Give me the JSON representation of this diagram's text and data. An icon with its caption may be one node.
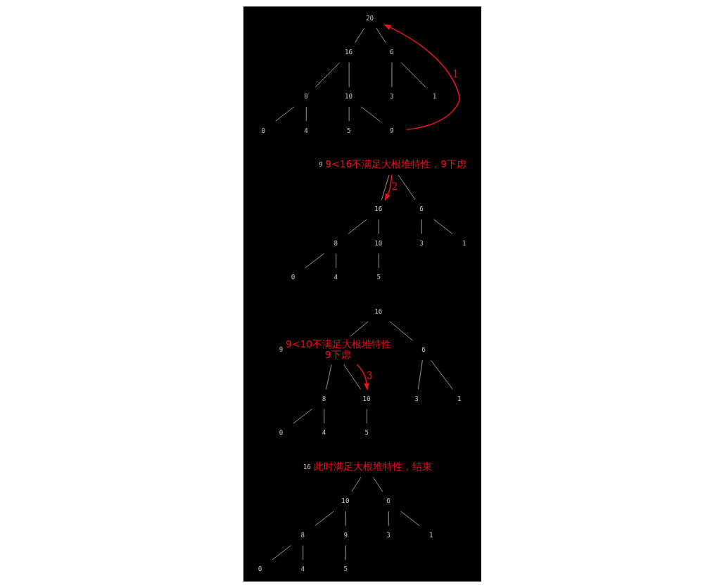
{
  "diagram": {
    "nodes": [
      {
        "text": [
          "20"
        ]
      },
      {
        "text": [
          "16"
        ]
      },
      {
        "text": [
          "6"
        ]
      },
      {
        "text": [
          "8"
        ]
      },
      {
        "text": [
          "10"
        ]
      },
      {
        "text": [
          "3"
        ]
      },
      {
        "text": [
          "1"
        ]
      },
      {
        "text": [
          "0"
        ]
      },
      {
        "text": [
          "4"
        ]
      },
      {
        "text": [
          "5"
        ]
      },
      {
        "text": [
          "9"
        ]
      },
      {
        "text": [
          "9"
        ],
        "beside": [
          "9<16不满足大根堆特性，9下虑"
        ]
      },
      {
        "text": [
          "16"
        ]
      },
      {
        "text": [
          "6"
        ]
      },
      {
        "text": [
          "8"
        ]
      },
      {
        "text": [
          "10"
        ]
      },
      {
        "text": [
          "3"
        ]
      },
      {
        "text": [
          "1"
        ]
      },
      {
        "text": [
          "0"
        ]
      },
      {
        "text": [
          "4"
        ]
      },
      {
        "text": [
          "5"
        ]
      },
      {
        "text": [
          "16"
        ]
      },
      {
        "text": [
          "9"
        ],
        "beside": [
          "9<10不满足大根堆特性",
          "9下虑"
        ]
      },
      {
        "text": [
          "6"
        ]
      },
      {
        "text": [
          "8"
        ]
      },
      {
        "text": [
          "10"
        ]
      },
      {
        "text": [
          "3"
        ]
      },
      {
        "text": [
          "1"
        ]
      },
      {
        "text": [
          "0"
        ]
      },
      {
        "text": [
          "4"
        ]
      },
      {
        "text": [
          "5"
        ]
      },
      {
        "text": [
          "16"
        ],
        "beside": [
          "此时满足大根堆特性，结束"
        ]
      },
      {
        "text": [
          "10"
        ]
      },
      {
        "text": [
          "6"
        ]
      },
      {
        "text": [
          "8"
        ]
      },
      {
        "text": [
          "9"
        ]
      },
      {
        "text": [
          "3"
        ]
      },
      {
        "text": [
          "1"
        ]
      },
      {
        "text": [
          "0"
        ]
      },
      {
        "text": [
          "4"
        ]
      },
      {
        "text": [
          "5"
        ]
      }
    ],
    "edges": [
      {
        "from": 0,
        "to": 1,
        "arrow": "none"
      },
      {
        "from": 0,
        "to": 2,
        "arrow": "none"
      },
      {
        "from": 1,
        "to": 3,
        "arrow": "none"
      },
      {
        "from": 1,
        "to": 4,
        "arrow": "none"
      },
      {
        "from": 2,
        "to": 5,
        "arrow": "none"
      },
      {
        "from": 2,
        "to": 6,
        "arrow": "none"
      },
      {
        "from": 3,
        "to": 7,
        "arrow": "none"
      },
      {
        "from": 3,
        "to": 8,
        "arrow": "none"
      },
      {
        "from": 4,
        "to": 9,
        "arrow": "none"
      },
      {
        "from": 4,
        "to": 10,
        "arrow": "none"
      },
      {
        "from": 10,
        "to": 0,
        "arrow": "to",
        "label": "1",
        "color": "#e8141e"
      },
      {
        "from": 11,
        "to": 12,
        "arrow": "none"
      },
      {
        "from": 11,
        "to": 13,
        "arrow": "none"
      },
      {
        "from": 12,
        "to": 14,
        "arrow": "none"
      },
      {
        "from": 12,
        "to": 15,
        "arrow": "none"
      },
      {
        "from": 13,
        "to": 16,
        "arrow": "none"
      },
      {
        "from": 13,
        "to": 17,
        "arrow": "none"
      },
      {
        "from": 14,
        "to": 18,
        "arrow": "none"
      },
      {
        "from": 14,
        "to": 19,
        "arrow": "none"
      },
      {
        "from": 15,
        "to": 20,
        "arrow": "none"
      },
      {
        "from": 11,
        "to": 12,
        "arrow": "to",
        "label": "2",
        "color": "#e8141e"
      },
      {
        "from": 21,
        "to": 22,
        "arrow": "none"
      },
      {
        "from": 21,
        "to": 23,
        "arrow": "none"
      },
      {
        "from": 22,
        "to": 24,
        "arrow": "none"
      },
      {
        "from": 22,
        "to": 25,
        "arrow": "none"
      },
      {
        "from": 23,
        "to": 26,
        "arrow": "none"
      },
      {
        "from": 23,
        "to": 27,
        "arrow": "none"
      },
      {
        "from": 24,
        "to": 28,
        "arrow": "none"
      },
      {
        "from": 24,
        "to": 29,
        "arrow": "none"
      },
      {
        "from": 25,
        "to": 30,
        "arrow": "none"
      },
      {
        "from": 22,
        "to": 25,
        "arrow": "to",
        "label": "3",
        "color": "#e8141e"
      },
      {
        "from": 31,
        "to": 32,
        "arrow": "none"
      },
      {
        "from": 31,
        "to": 33,
        "arrow": "none"
      },
      {
        "from": 32,
        "to": 34,
        "arrow": "none"
      },
      {
        "from": 32,
        "to": 35,
        "arrow": "none"
      },
      {
        "from": 33,
        "to": 36,
        "arrow": "none"
      },
      {
        "from": 33,
        "to": 37,
        "arrow": "none"
      },
      {
        "from": 34,
        "to": 38,
        "arrow": "none"
      },
      {
        "from": 34,
        "to": 39,
        "arrow": "none"
      },
      {
        "from": 35,
        "to": 40,
        "arrow": "none"
      }
    ]
  }
}
